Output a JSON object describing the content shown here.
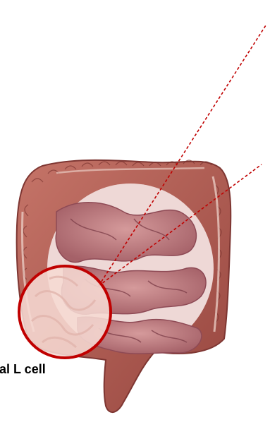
{
  "diagram": {
    "label": "nal L cell",
    "icons": [
      "intestine-illustration",
      "magnifier-circle"
    ],
    "colors": {
      "callout": "#c00000",
      "colon": "#b5635a",
      "colon_dark": "#8f3e3a",
      "small_intestine": "#c9878a",
      "small_intestine_dark": "#9c5660",
      "highlight_fill": "#f6dad3"
    }
  }
}
